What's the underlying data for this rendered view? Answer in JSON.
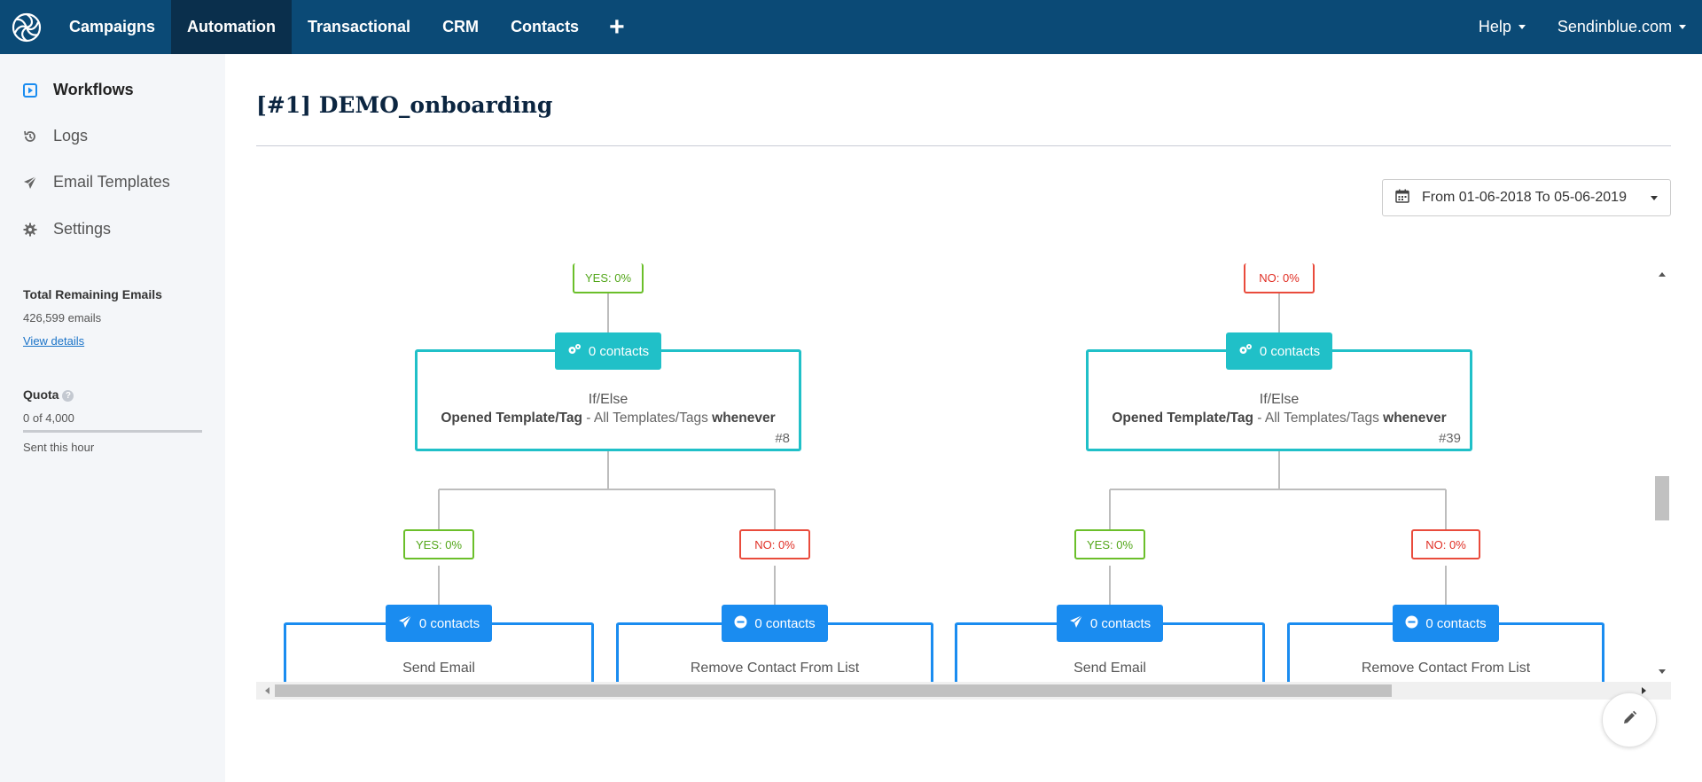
{
  "nav": {
    "items": [
      {
        "label": "Campaigns",
        "active": false
      },
      {
        "label": "Automation",
        "active": true
      },
      {
        "label": "Transactional",
        "active": false
      },
      {
        "label": "CRM",
        "active": false
      },
      {
        "label": "Contacts",
        "active": false
      }
    ],
    "add_label": "+",
    "help_label": "Help",
    "account_label": "Sendinblue.com"
  },
  "sidebar": {
    "items": [
      {
        "label": "Workflows",
        "icon": "play-square-icon",
        "active": true
      },
      {
        "label": "Logs",
        "icon": "history-icon",
        "active": false
      },
      {
        "label": "Email Templates",
        "icon": "paper-plane-icon",
        "active": false
      },
      {
        "label": "Settings",
        "icon": "gear-icon",
        "active": false
      }
    ],
    "remaining_title": "Total Remaining Emails",
    "remaining_value": "426,599 emails",
    "view_details": "View details",
    "quota_title": "Quota",
    "quota_value": "0 of 4,000",
    "quota_fraction": 0,
    "quota_note": "Sent this hour"
  },
  "main": {
    "title": "[#1] DEMO_onboarding",
    "date_range": "From 01-06-2018 To 05-06-2019"
  },
  "workflow": {
    "left": {
      "top_tag": "YES: 0%",
      "condition": {
        "contacts": "0 contacts",
        "type": "If/Else",
        "desc_bold1": "Opened Template/Tag",
        "desc_mid": " - All Templates/Tags ",
        "desc_bold2": "whenever",
        "num": "#8"
      },
      "yes_tag": "YES: 0%",
      "no_tag": "NO: 0%",
      "yes_action": {
        "contacts": "0 contacts",
        "type": "Send Email"
      },
      "no_action": {
        "contacts": "0 contacts",
        "type": "Remove Contact From List"
      }
    },
    "right": {
      "top_tag": "NO: 0%",
      "condition": {
        "contacts": "0 contacts",
        "type": "If/Else",
        "desc_bold1": "Opened Template/Tag",
        "desc_mid": " - All Templates/Tags ",
        "desc_bold2": "whenever",
        "num": "#39"
      },
      "yes_tag": "YES: 0%",
      "no_tag": "NO: 0%",
      "yes_action": {
        "contacts": "0 contacts",
        "type": "Send Email"
      },
      "no_action": {
        "contacts": "0 contacts",
        "type": "Remove Contact From List"
      }
    }
  },
  "colors": {
    "nav_bg": "#0b4a76",
    "nav_active": "#0a2f4c",
    "teal": "#20c0c8",
    "blue": "#1a8cf0",
    "yes": "#6bbf2a",
    "no": "#e94b3c"
  }
}
